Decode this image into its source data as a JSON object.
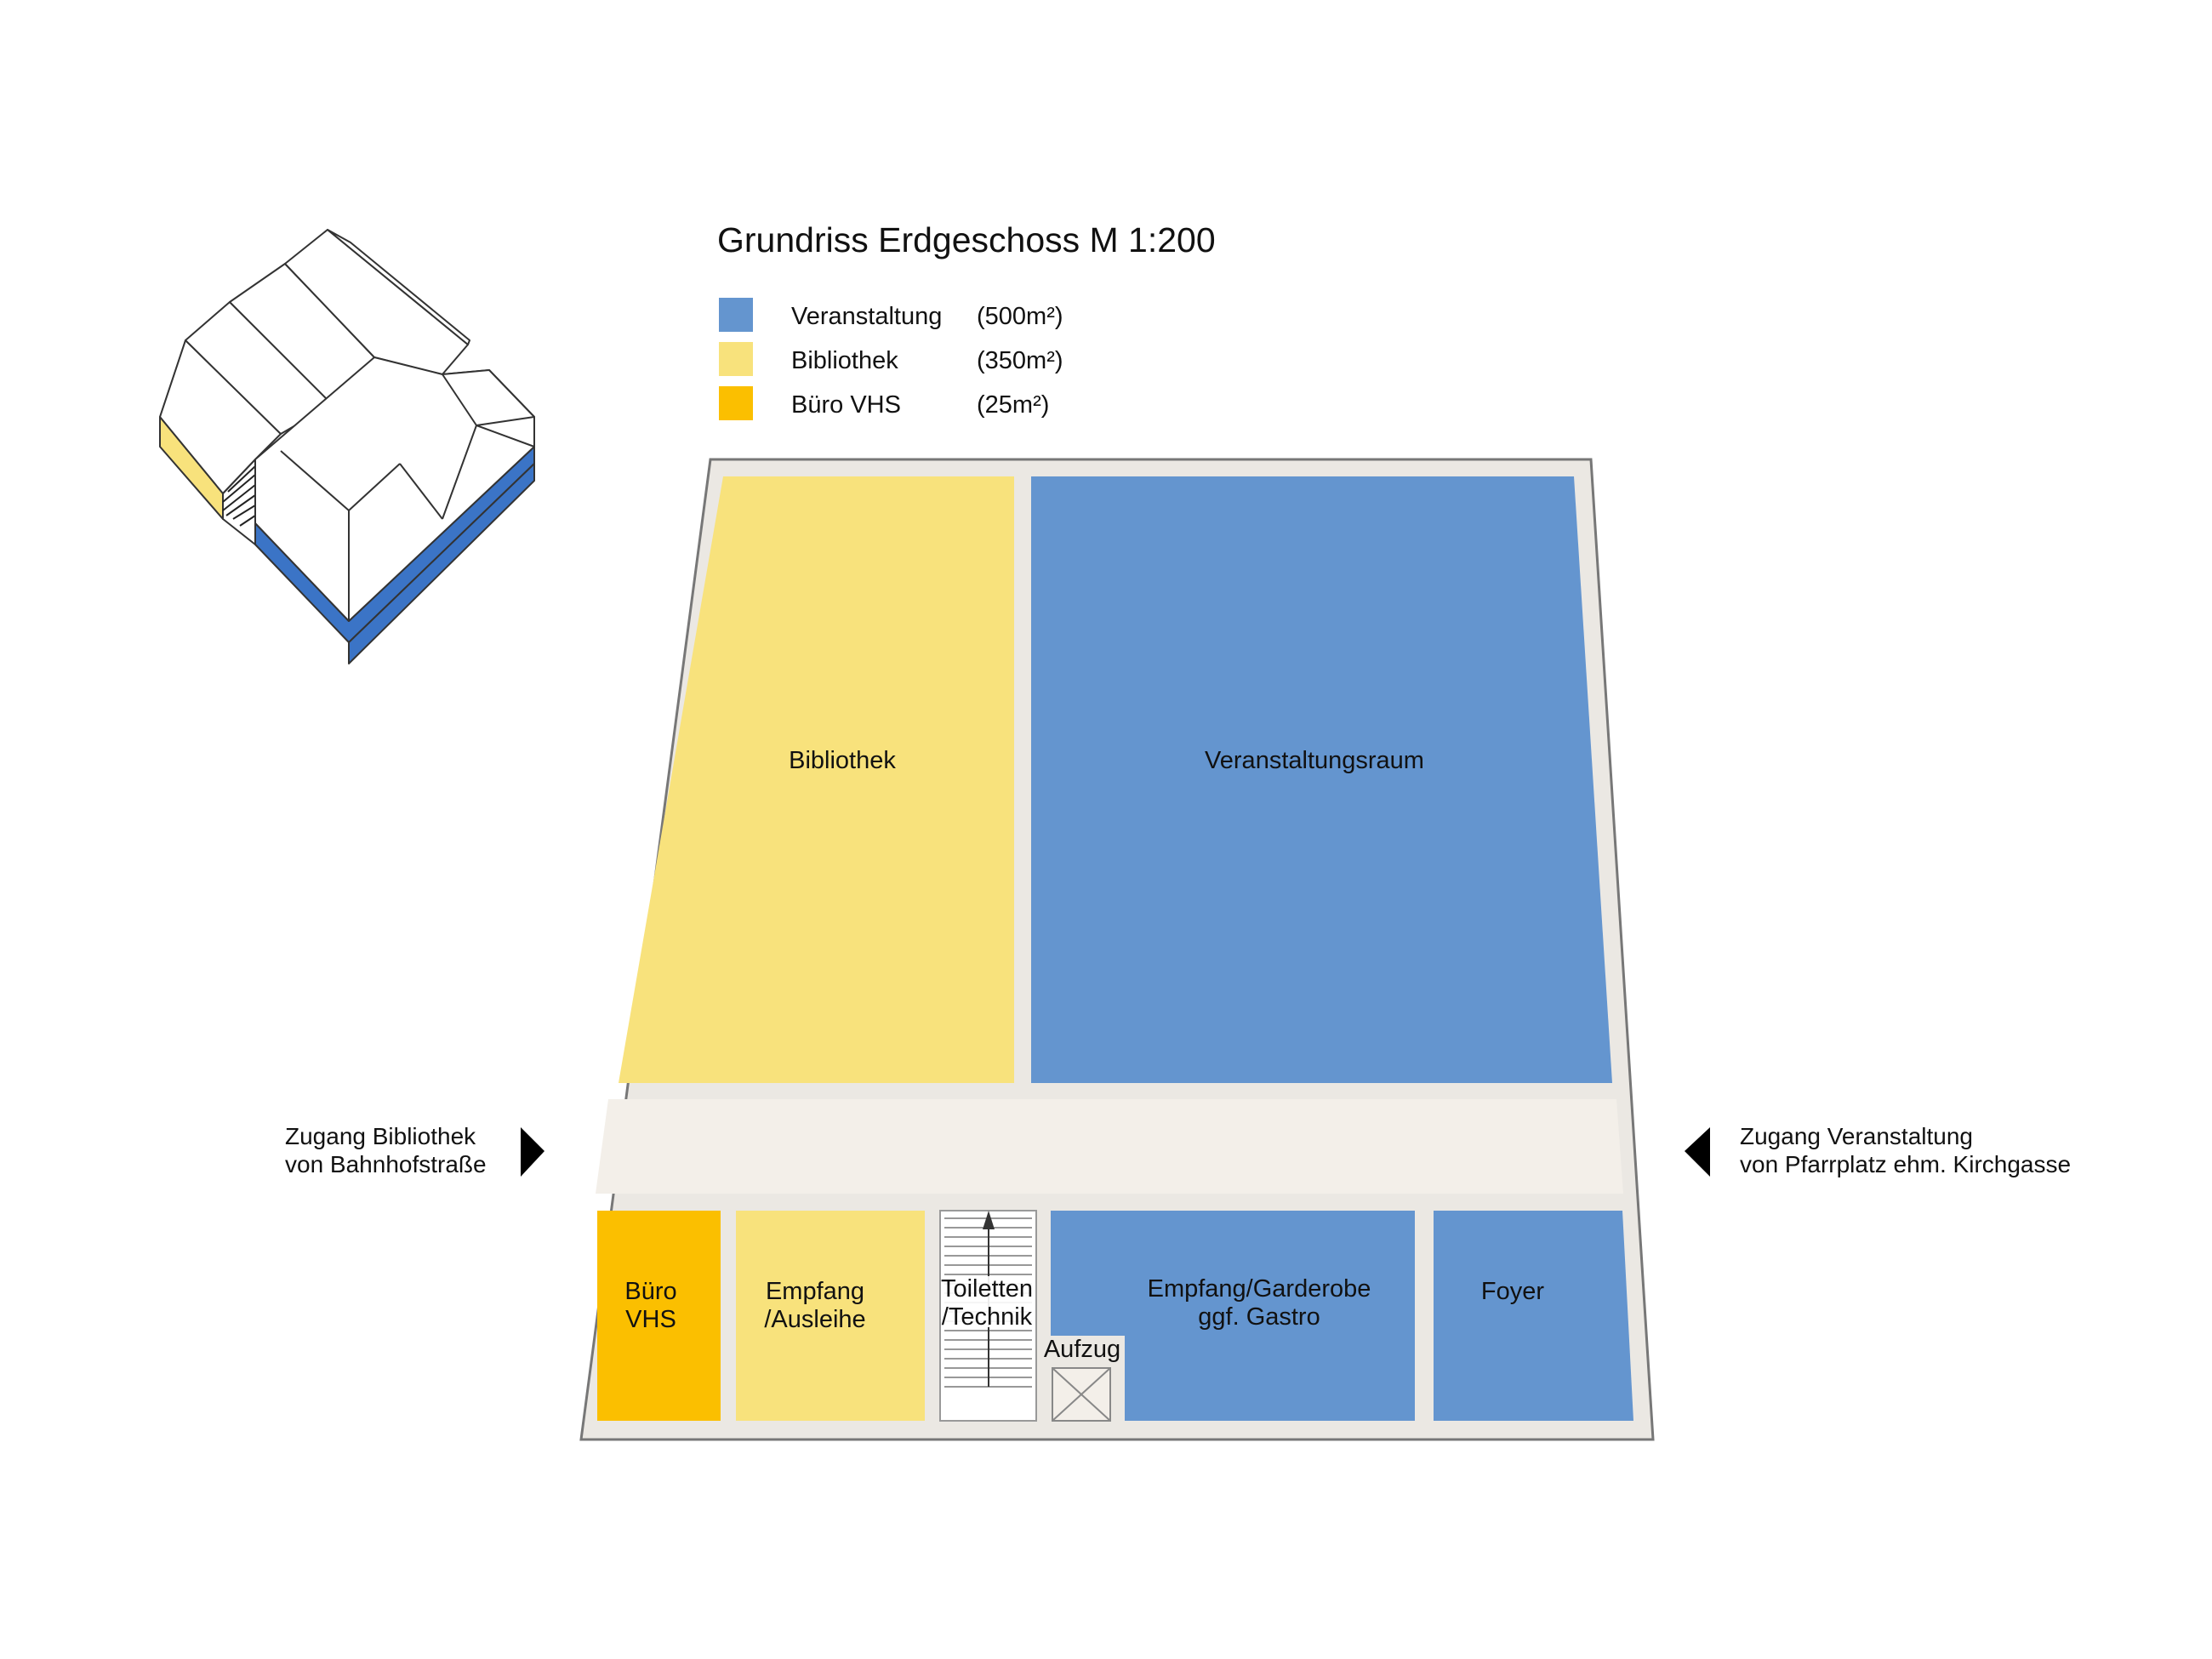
{
  "title": "Grundriss Erdgeschoss   M 1:200",
  "colors": {
    "veranstaltung": "#6495cf",
    "bibliothek": "#f8e27c",
    "buero": "#fbbf00",
    "corridor": "#f3efe9",
    "wall": "#ebe8e3",
    "outline": "#777777"
  },
  "legend": [
    {
      "label": "Veranstaltung",
      "area": "(500m²)",
      "color": "#6495cf"
    },
    {
      "label": "Bibliothek",
      "area": "(350m²)",
      "color": "#f8e27c"
    },
    {
      "label": "Büro VHS",
      "area": "(25m²)",
      "color": "#fbbf00"
    }
  ],
  "rooms": {
    "bibliothek": {
      "label": "Bibliothek"
    },
    "veranstaltungsraum": {
      "label": "Veranstaltungsraum"
    },
    "buero": {
      "line1": "Büro",
      "line2": "VHS"
    },
    "empfang": {
      "line1": "Empfang",
      "line2": "/Ausleihe"
    },
    "toiletten": {
      "line1": "Toiletten",
      "line2": "/Technik"
    },
    "aufzug": {
      "label": "Aufzug"
    },
    "garderobe": {
      "line1": "Empfang/Garderobe",
      "line2": "ggf. Gastro"
    },
    "foyer": {
      "label": "Foyer"
    }
  },
  "access": {
    "left": {
      "line1": "Zugang Bibliothek",
      "line2": "von Bahnhofstraße"
    },
    "right": {
      "line1": "Zugang Veranstaltung",
      "line2": "von  Pfarrplatz ehm. Kirchgasse"
    }
  }
}
